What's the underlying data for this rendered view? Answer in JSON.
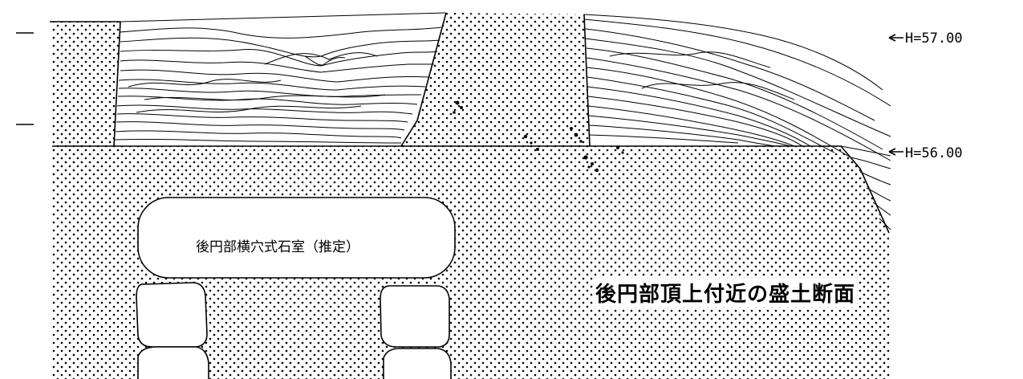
{
  "labels": {
    "elevation_upper": "H=57.00",
    "elevation_lower": "H=56.00",
    "chamber": "後円部横穴式石室（推定）",
    "caption": "後円部頂上付近の盛土断面"
  },
  "colors": {
    "line": "#000000",
    "background": "#ffffff",
    "stipple": "#000000"
  }
}
